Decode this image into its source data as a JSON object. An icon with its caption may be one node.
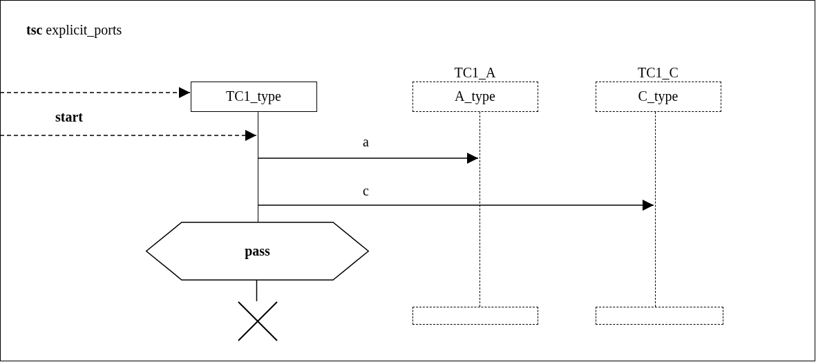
{
  "diagram": {
    "nodes": [
      {
        "text": [
          "**tsc** explicit_ports"
        ]
      },
      {
        "text": [
          "TC1_type"
        ],
        "in": 0
      },
      {
        "text": [
          "TC1_A",
          "A_type"
        ],
        "in": 0
      },
      {
        "text": [
          "TC1_C",
          "C_type"
        ],
        "in": 0
      },
      {
        "text": [],
        "shape": "line",
        "in": 0
      },
      {
        "text": [],
        "shape": "line",
        "in": 0
      },
      {
        "text": [],
        "shape": "line",
        "in": 0
      },
      {
        "text": [
          "pass"
        ],
        "in": 0
      },
      {
        "text": [],
        "shape": "cross",
        "in": 0
      },
      {
        "text": [],
        "shape": "box",
        "in": 0
      },
      {
        "text": [],
        "shape": "box",
        "in": 0
      }
    ],
    "edges": [
      {
        "from": null,
        "to": 1,
        "arrow": "to",
        "style": "dashed"
      },
      {
        "from": null,
        "to": 4,
        "arrow": "to",
        "style": "dashed",
        "label": "start"
      },
      {
        "from": 4,
        "to": 5,
        "arrow": "to",
        "label": "a"
      },
      {
        "from": 4,
        "to": 6,
        "arrow": "to",
        "label": "c"
      },
      {
        "from": 7,
        "to": 8,
        "arrow": "none"
      }
    ]
  }
}
